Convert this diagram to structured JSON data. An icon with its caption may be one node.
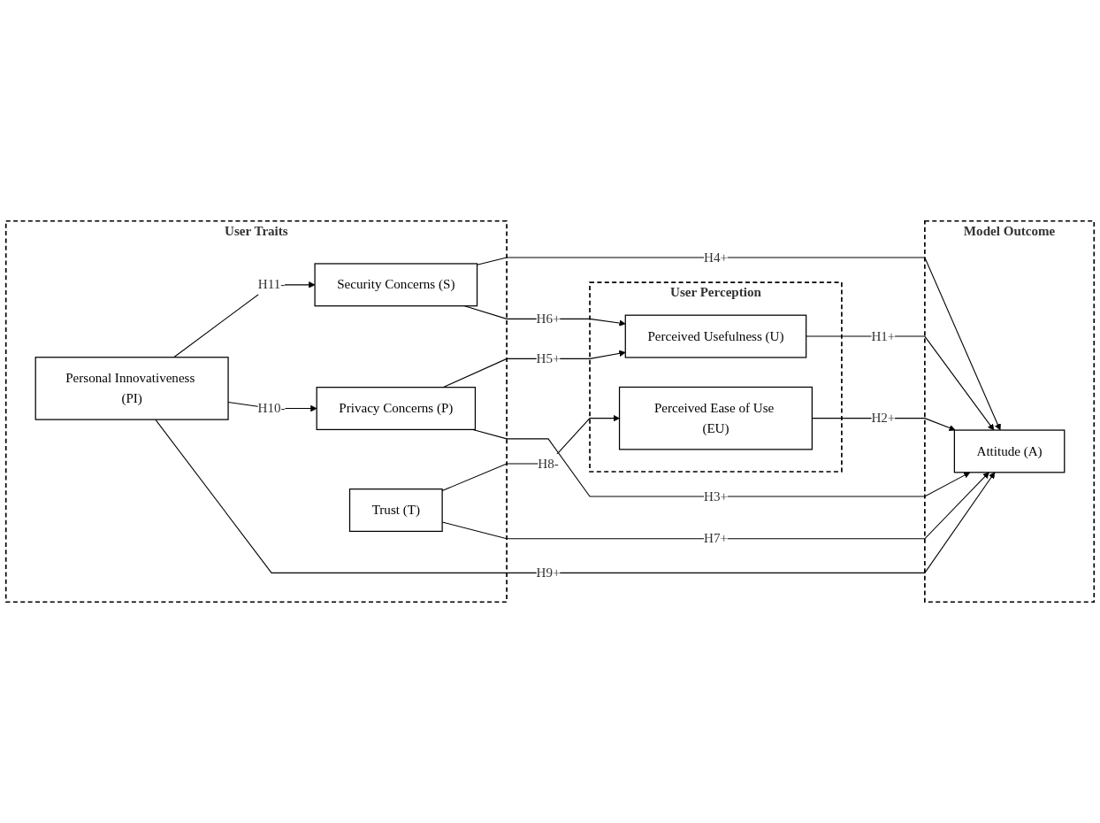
{
  "diagram": {
    "nodes": [
      {
        "text": [
          "User Traits"
        ]
      },
      {
        "text": [
          "User Perception"
        ]
      },
      {
        "text": [
          "Model Outcome"
        ]
      },
      {
        "text": [
          "Privacy Concerns (P)"
        ],
        "in": 0
      },
      {
        "text": [
          "Security Concerns (S)"
        ],
        "in": 0
      },
      {
        "text": [
          "Trust (T)"
        ],
        "in": 0
      },
      {
        "text": [
          "Personal Innovativeness (PI)"
        ],
        "in": 0
      },
      {
        "text": [
          "Perceived Usefulness (U)"
        ],
        "in": 1
      },
      {
        "text": [
          "Perceived Ease of Use (EU)"
        ],
        "in": 1
      },
      {
        "text": [
          "Attitude (A)"
        ],
        "in": 2
      }
    ],
    "edges": [
      {
        "from": 3,
        "to": 9,
        "arrow": "to",
        "label": "H3+"
      },
      {
        "from": 3,
        "to": 7,
        "arrow": "to",
        "label": "H5+"
      },
      {
        "from": 4,
        "to": 7,
        "arrow": "to",
        "label": "H6+"
      },
      {
        "from": 7,
        "to": 9,
        "arrow": "to",
        "label": "H1+"
      },
      {
        "from": 4,
        "to": 9,
        "arrow": "to",
        "label": "H4+"
      },
      {
        "from": 5,
        "to": 9,
        "arrow": "to",
        "label": "H7+"
      },
      {
        "from": 5,
        "to": 8,
        "arrow": "to",
        "label": "H8-"
      },
      {
        "from": 8,
        "to": 9,
        "arrow": "to",
        "label": "H2+"
      },
      {
        "from": 6,
        "to": 9,
        "arrow": "to",
        "label": "H9+"
      },
      {
        "from": 6,
        "to": 3,
        "arrow": "to",
        "label": "H10-"
      },
      {
        "from": 6,
        "to": 4,
        "arrow": "to",
        "label": "H11-"
      }
    ]
  }
}
